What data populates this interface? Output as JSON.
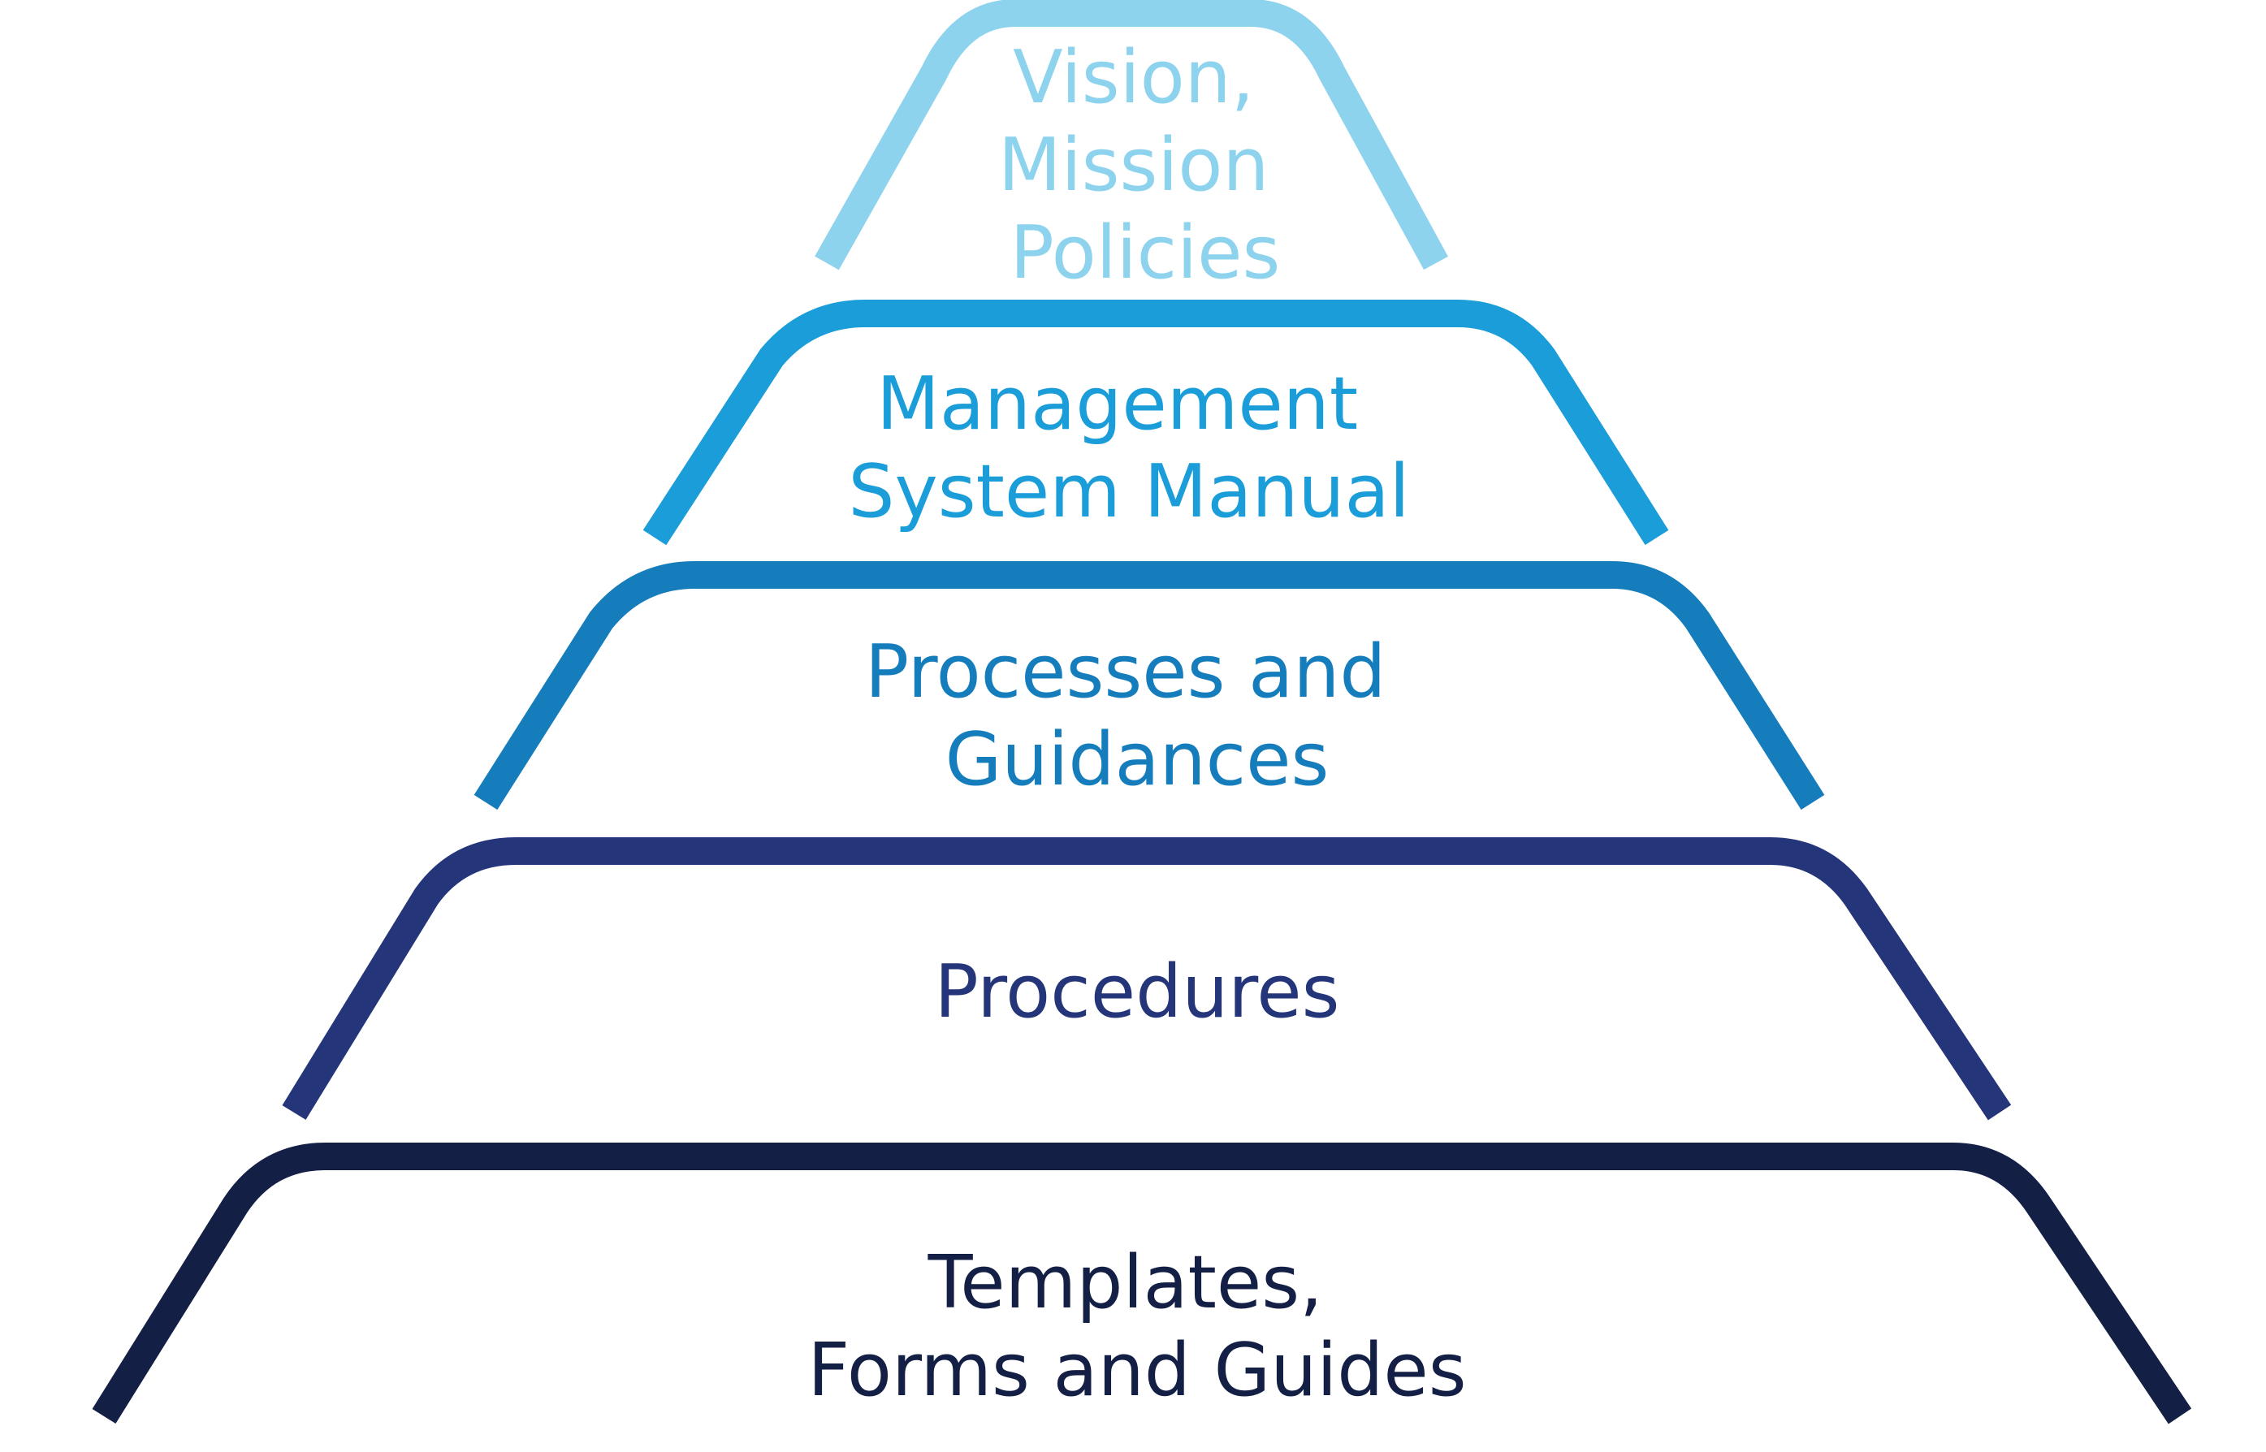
{
  "diagram": {
    "type": "layered-pyramid",
    "tiers": [
      {
        "lines": [
          "Vision,",
          "Mission",
          "Policies"
        ],
        "color": "#8DD3EE"
      },
      {
        "lines": [
          "Management",
          "System Manual"
        ],
        "color": "#1A9DD8"
      },
      {
        "lines": [
          "Processes and",
          "Guidances"
        ],
        "color": "#167DBD"
      },
      {
        "lines": [
          "Procedures"
        ],
        "color": "#24357A"
      },
      {
        "lines": [
          "Templates,",
          "Forms and Guides"
        ],
        "color": "#141F45"
      }
    ]
  }
}
